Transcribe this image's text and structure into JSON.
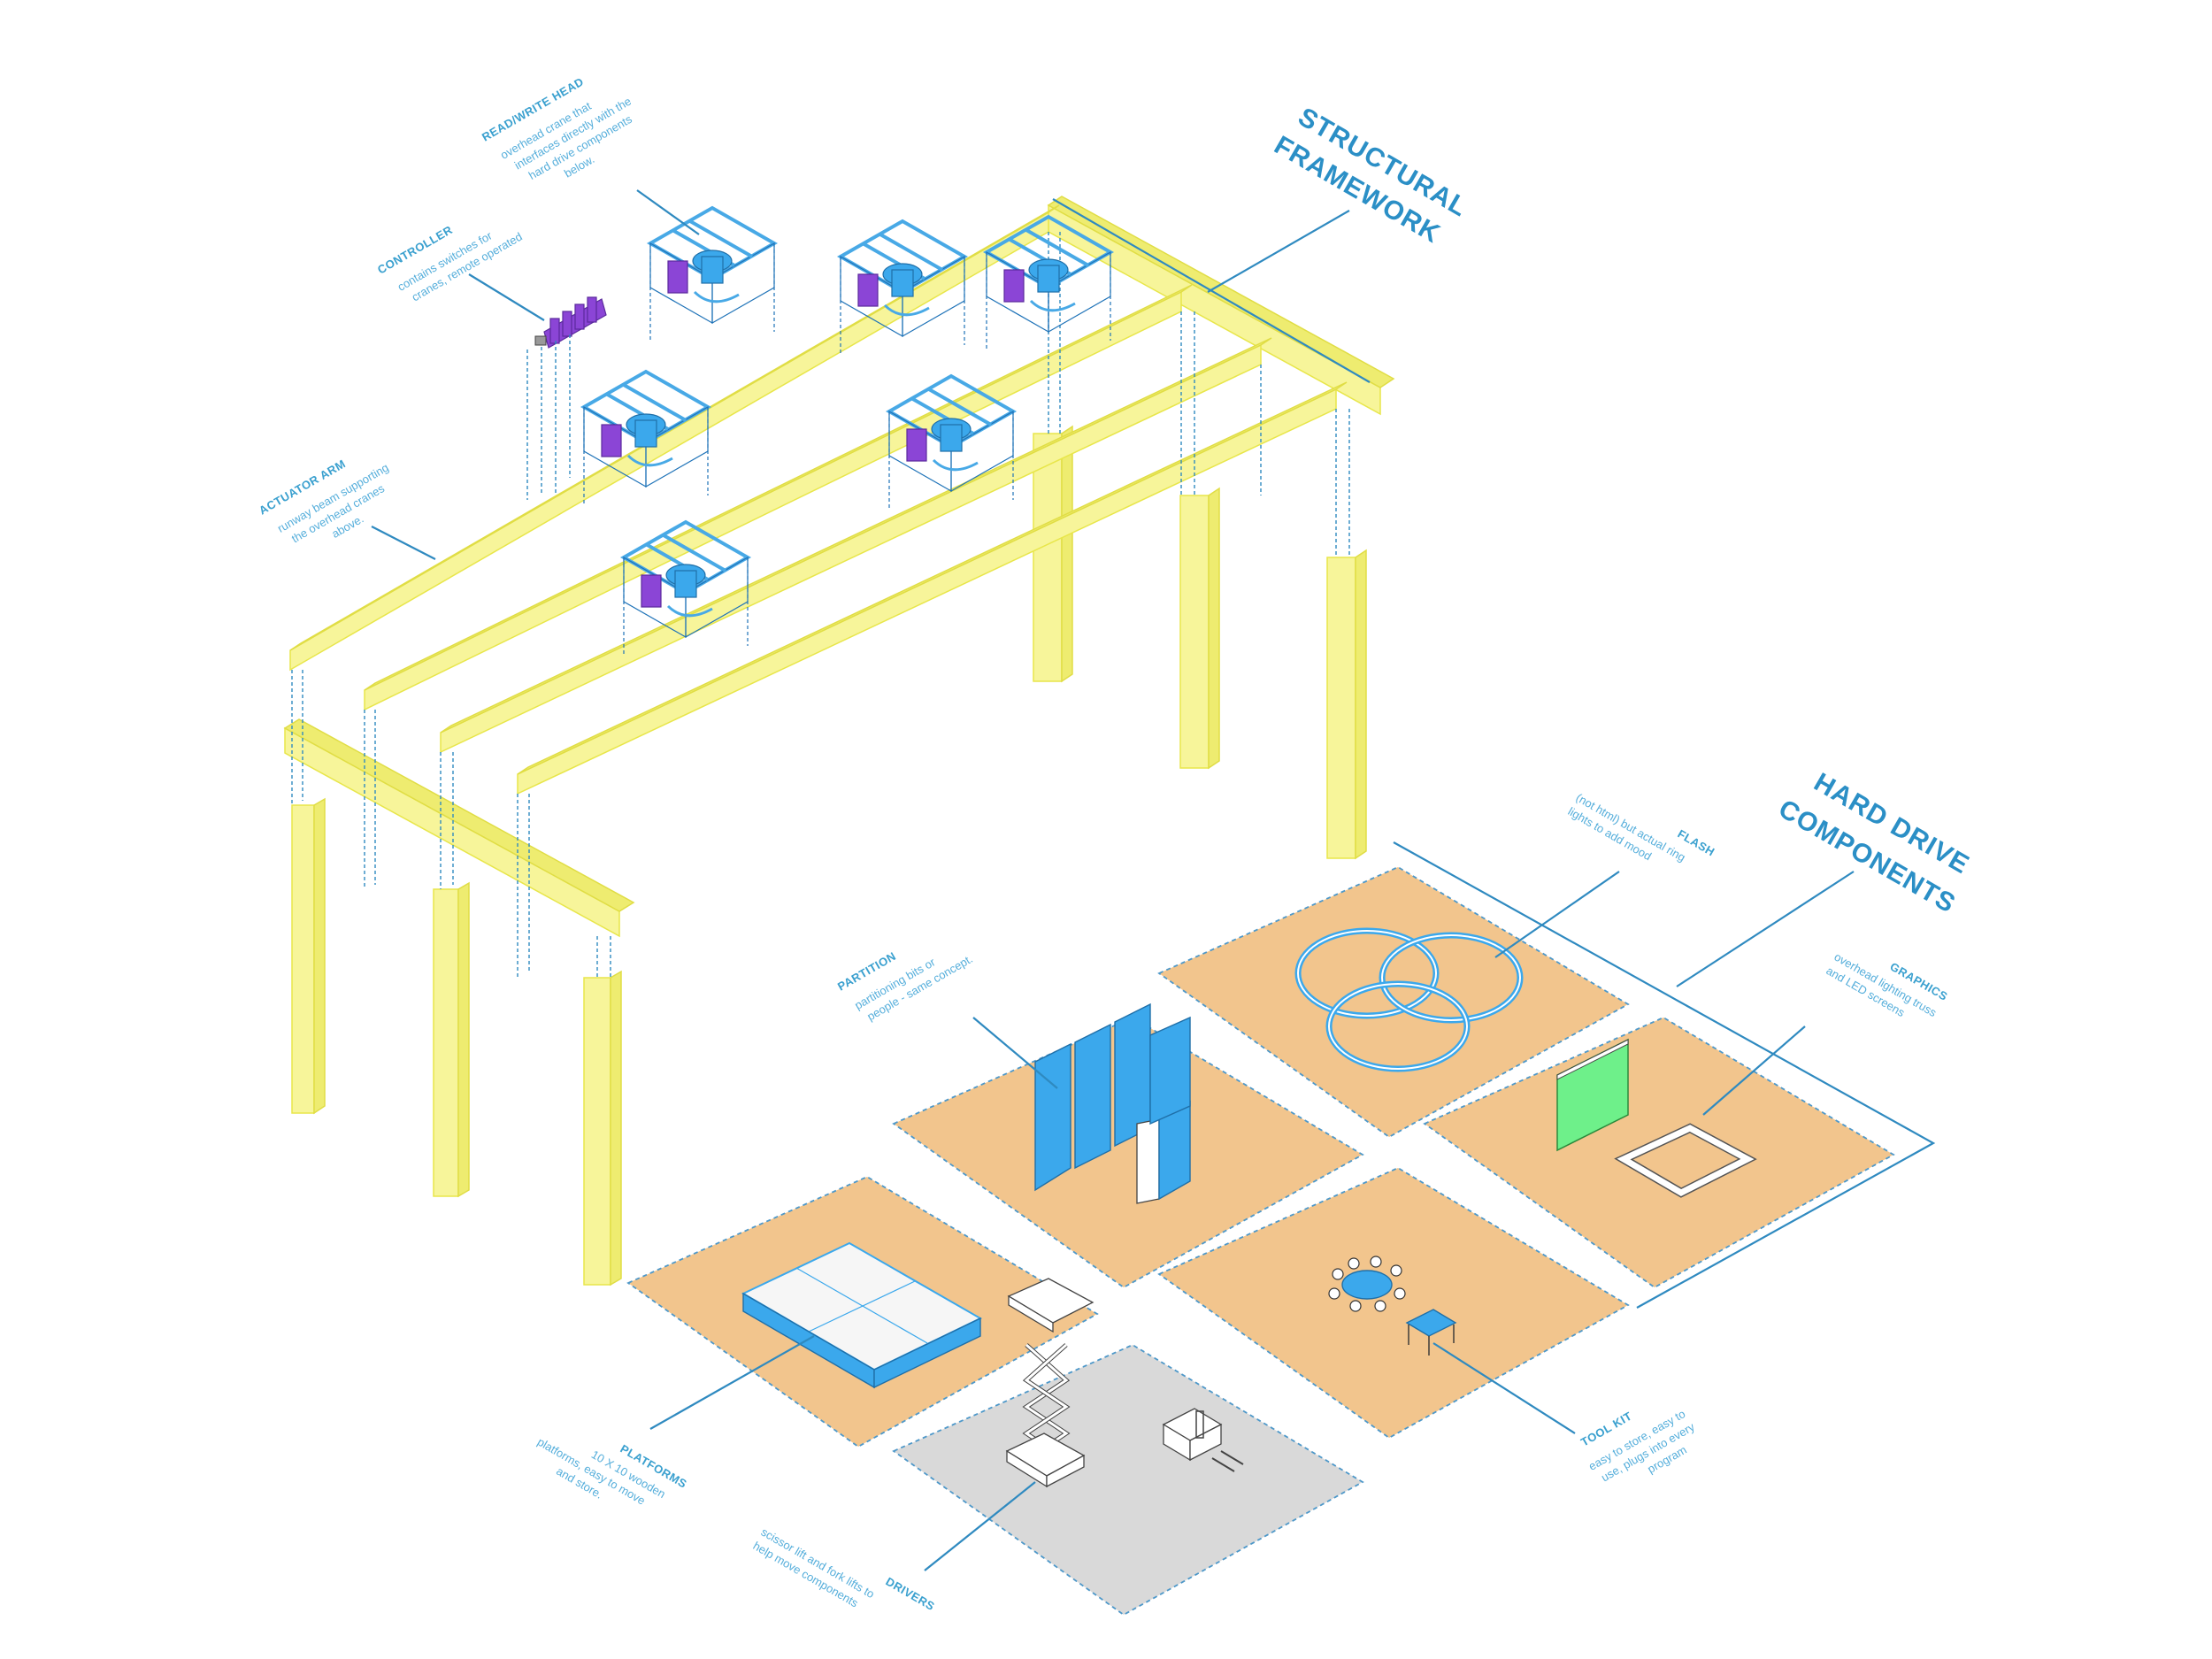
{
  "colors": {
    "beam": "#f7f59a",
    "pad": "#f2c58d",
    "pad_grey": "#d9d9d9",
    "accent_blue": "#3aa0cf",
    "crane_blue": "#48a9e6",
    "controller_purple": "#8b45d6",
    "led_screen_green": "#6ef08a"
  },
  "sections": {
    "structural": {
      "line1": "STRUCTURAL",
      "line2": "FRAMEWORK"
    },
    "hard_drive": {
      "line1": "HARD DRIVE",
      "line2": "COMPONENTS"
    }
  },
  "labels": {
    "read_write_head": {
      "title": "READ/WRITE HEAD",
      "lines": [
        "overhead crane that",
        "interfaces directly with the",
        "hard drive components",
        "below."
      ]
    },
    "controller": {
      "title": "CONTROLLER",
      "lines": [
        "contains switches for",
        "cranes, remote operated"
      ]
    },
    "actuator_arm": {
      "title": "ACTUATOR ARM",
      "lines": [
        "runway beam supporting",
        "the overhead cranes",
        "above."
      ]
    },
    "flash": {
      "title": "FLASH",
      "lines": [
        "(not html) but actual ring",
        "lights to add mood"
      ]
    },
    "partition": {
      "title": "PARTITION",
      "lines": [
        "partitioning bits or",
        "people - same concept."
      ]
    },
    "graphics": {
      "title": "GRAPHICS",
      "lines": [
        "overhead lighting truss",
        "and LED screens"
      ]
    },
    "platforms": {
      "title": "PLATFORMS",
      "lines": [
        "10 X 10 wooden",
        "platforms, easy to move",
        "and store."
      ]
    },
    "tool_kit": {
      "title": "TOOL KIT",
      "lines": [
        "easy to store, easy to",
        "use, plugs into every",
        "program"
      ]
    },
    "drivers": {
      "title": "DRIVERS",
      "lines": [
        "scissor lift and fork lifts to",
        "help move components"
      ]
    }
  },
  "icons": [
    "overhead-crane-icon",
    "controller-panel-icon",
    "ring-lights-icon",
    "partition-panels-icon",
    "led-screen-icon",
    "lighting-truss-icon",
    "platform-icon",
    "scissor-lift-icon",
    "forklift-icon",
    "table-chairs-icon"
  ]
}
